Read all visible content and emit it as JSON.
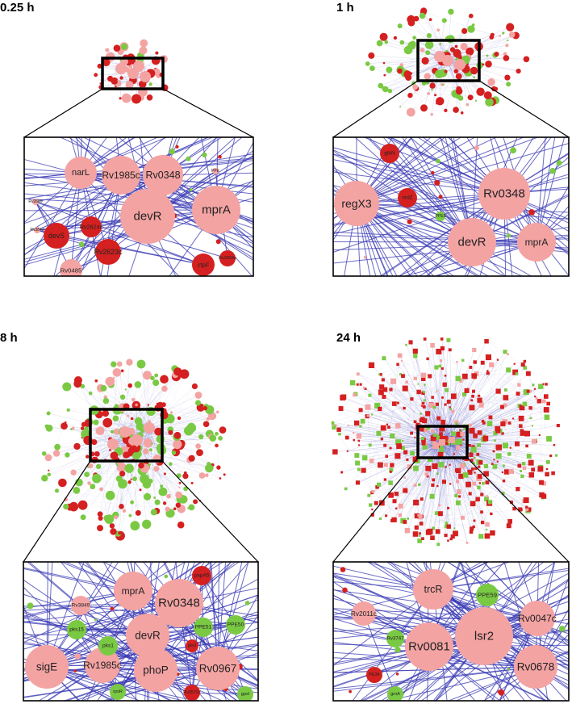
{
  "colors": {
    "node_pink": "#f4a3a3",
    "node_red": "#d42020",
    "node_green": "#7ac943",
    "edge_blue": "#3a3ab4"
  },
  "panels": [
    {
      "id": "t025",
      "label": "0.25 h",
      "zoom_nodes": [
        {
          "text": "narL",
          "c": "pink"
        },
        {
          "text": "Rv1985c",
          "c": "pink"
        },
        {
          "text": "Rv0348",
          "c": "pink"
        },
        {
          "text": "devR",
          "c": "pink"
        },
        {
          "text": "mprA",
          "c": "pink"
        },
        {
          "text": "Rv2689",
          "c": "pink"
        },
        {
          "text": "Rv3843",
          "c": "pink"
        },
        {
          "text": "Rv3889",
          "c": "green"
        },
        {
          "text": "devS",
          "c": "red"
        },
        {
          "text": "Rv2624c",
          "c": "red"
        },
        {
          "text": "Rv2623c",
          "c": "red"
        },
        {
          "text": "Rv0485",
          "c": "pink"
        },
        {
          "text": "ctpF",
          "c": "red"
        },
        {
          "text": "Rv2004c",
          "c": "red"
        },
        {
          "text": "PPE",
          "c": "pink"
        }
      ]
    },
    {
      "id": "t1",
      "label": "1 h",
      "zoom_nodes": [
        {
          "text": "regX3",
          "c": "pink"
        },
        {
          "text": "Rv0348",
          "c": "pink"
        },
        {
          "text": "devR",
          "c": "pink"
        },
        {
          "text": "mprA",
          "c": "pink"
        },
        {
          "text": "glbN",
          "c": "red"
        },
        {
          "text": "nrdZ",
          "c": "red"
        },
        {
          "text": "PPE5",
          "c": "green"
        }
      ]
    },
    {
      "id": "t8",
      "label": "8 h",
      "zoom_nodes": [
        {
          "text": "mprA",
          "c": "pink"
        },
        {
          "text": "Rv0348",
          "c": "pink"
        },
        {
          "text": "devR",
          "c": "pink"
        },
        {
          "text": "sigE",
          "c": "pink"
        },
        {
          "text": "phoP",
          "c": "pink"
        },
        {
          "text": "Rv0967",
          "c": "pink"
        },
        {
          "text": "Rv1985c",
          "c": "pink"
        },
        {
          "text": "Rv3849",
          "c": "pink"
        },
        {
          "text": "pks15",
          "c": "green"
        },
        {
          "text": "pks1",
          "c": "green"
        },
        {
          "text": "PPE51",
          "c": "green"
        },
        {
          "text": "PPE50",
          "c": "green"
        },
        {
          "text": "papA5",
          "c": "red"
        },
        {
          "text": "pks3",
          "c": "red"
        },
        {
          "text": "Rv0572c",
          "c": "red"
        },
        {
          "text": "gpsI",
          "c": "green"
        },
        {
          "text": "rpsR",
          "c": "green"
        }
      ]
    },
    {
      "id": "t24",
      "label": "24 h",
      "zoom_nodes": [
        {
          "text": "trcR",
          "c": "pink"
        },
        {
          "text": "Rv0081",
          "c": "pink"
        },
        {
          "text": "lsr2",
          "c": "pink"
        },
        {
          "text": "Rv0047c",
          "c": "pink"
        },
        {
          "text": "Rv0678",
          "c": "pink"
        },
        {
          "text": "Rv2011c",
          "c": "pink"
        },
        {
          "text": "PPE59",
          "c": "green"
        },
        {
          "text": "Rv3747",
          "c": "green"
        },
        {
          "text": "PE34",
          "c": "red"
        },
        {
          "text": "groA",
          "c": "green"
        }
      ]
    }
  ]
}
